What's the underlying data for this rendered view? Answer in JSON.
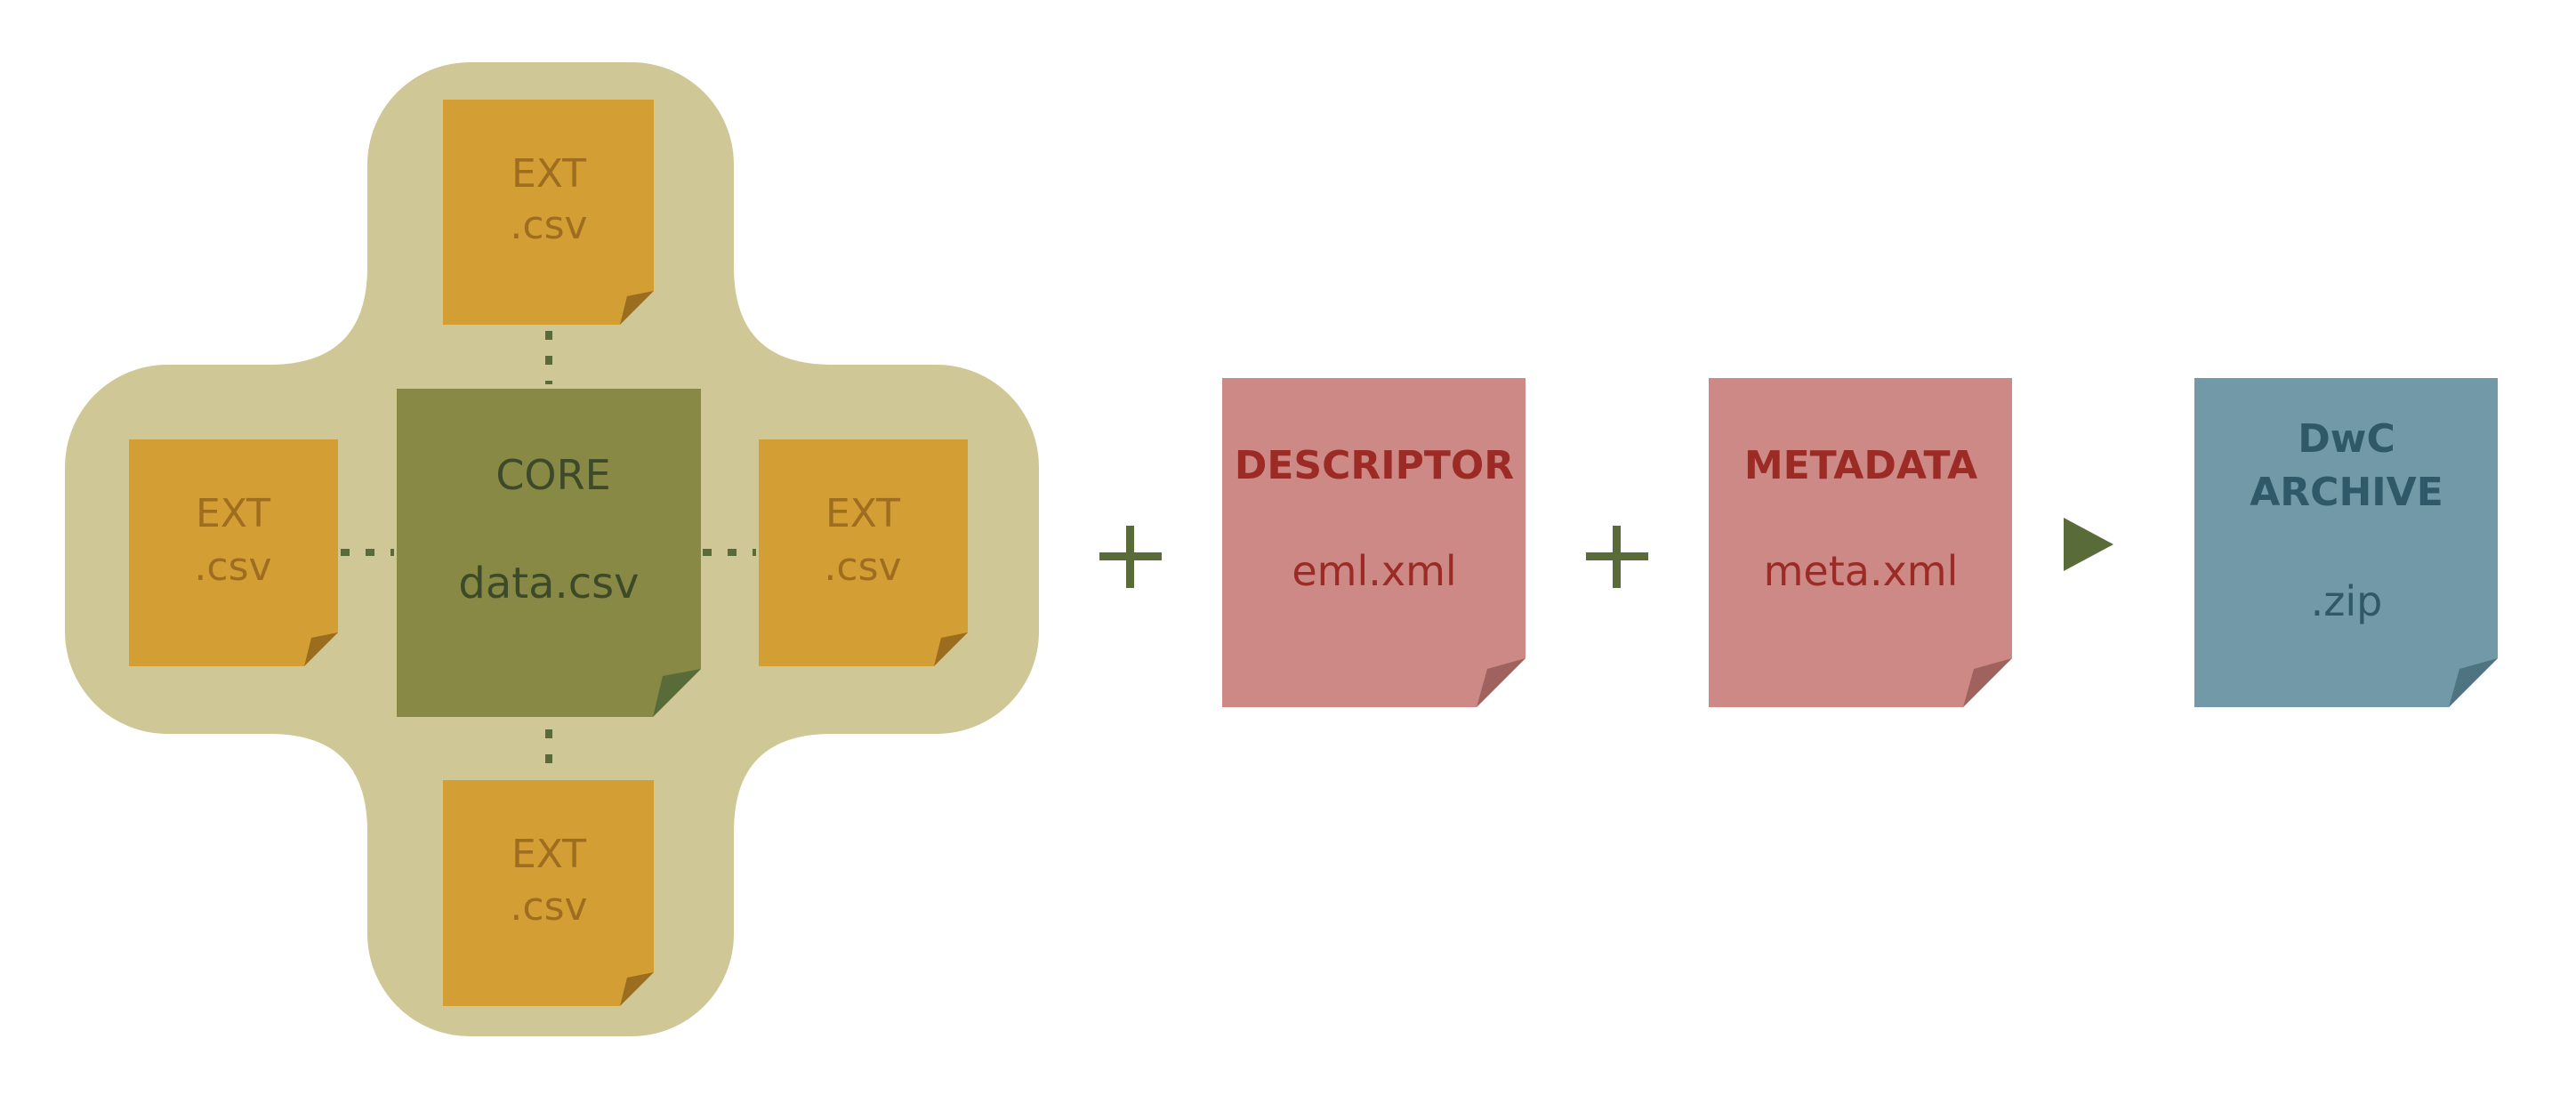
{
  "colors": {
    "background": "#ffffff",
    "cluster": "#cfc896",
    "core_fill": "#878944",
    "core_text": "#3d4a2a",
    "ext_fill": "#d39e34",
    "ext_text": "#9e6d1f",
    "ext_fold": "#9b6d1f",
    "meta_fill": "#cc8985",
    "meta_text": "#9c2a25",
    "meta_fold": "#a0625f",
    "archive_fill": "#7199a8",
    "archive_text": "#2f5868",
    "archive_fold": "#4e7381",
    "operator": "#5a6b3a"
  },
  "core": {
    "title": "CORE",
    "file": "data.csv"
  },
  "extensions": [
    {
      "position": "top",
      "title": "EXT",
      "file": ".csv"
    },
    {
      "position": "left",
      "title": "EXT",
      "file": ".csv"
    },
    {
      "position": "right",
      "title": "EXT",
      "file": ".csv"
    },
    {
      "position": "bottom",
      "title": "EXT",
      "file": ".csv"
    }
  ],
  "descriptor": {
    "title": "DESCRIPTOR",
    "file": "eml.xml"
  },
  "metadata": {
    "title": "METADATA",
    "file": "meta.xml"
  },
  "archive": {
    "title_line1": "DwC",
    "title_line2": "ARCHIVE",
    "file": ".zip"
  },
  "operators": {
    "plus_icon": "plus-icon",
    "arrow_icon": "play-arrow-icon"
  }
}
